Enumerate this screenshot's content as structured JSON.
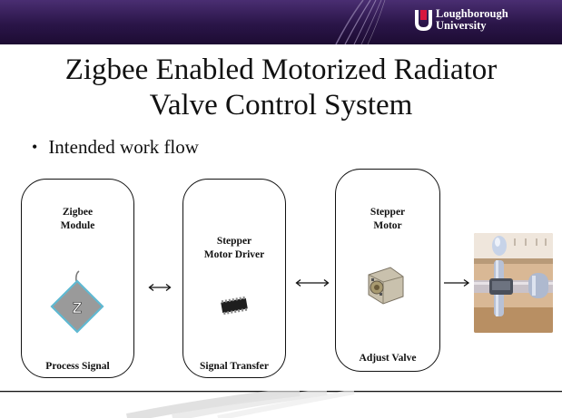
{
  "header": {
    "logo_line1": "Loughborough",
    "logo_line2": "University",
    "colors": {
      "banner": "#2a1548",
      "logo_accent": "#d8153e"
    }
  },
  "slide": {
    "title_line1": "Zigbee Enabled Motorized Radiator",
    "title_line2": "Valve Control System",
    "bullet": "Intended work flow"
  },
  "flow": {
    "boxes": [
      {
        "label": "Zigbee\nModule",
        "footer": "Process Signal",
        "icon": "zigbee-module-icon",
        "icon_letter": "Z"
      },
      {
        "label": "Stepper\nMotor Driver",
        "footer": "Signal Transfer",
        "icon": "motor-driver-chip-icon"
      },
      {
        "label": "Stepper\nMotor",
        "footer": "Adjust Valve",
        "icon": "stepper-motor-icon"
      }
    ],
    "connectors": [
      "double-arrow",
      "double-arrow",
      "right-arrow"
    ],
    "output_image": "radiator-valve-photo"
  }
}
